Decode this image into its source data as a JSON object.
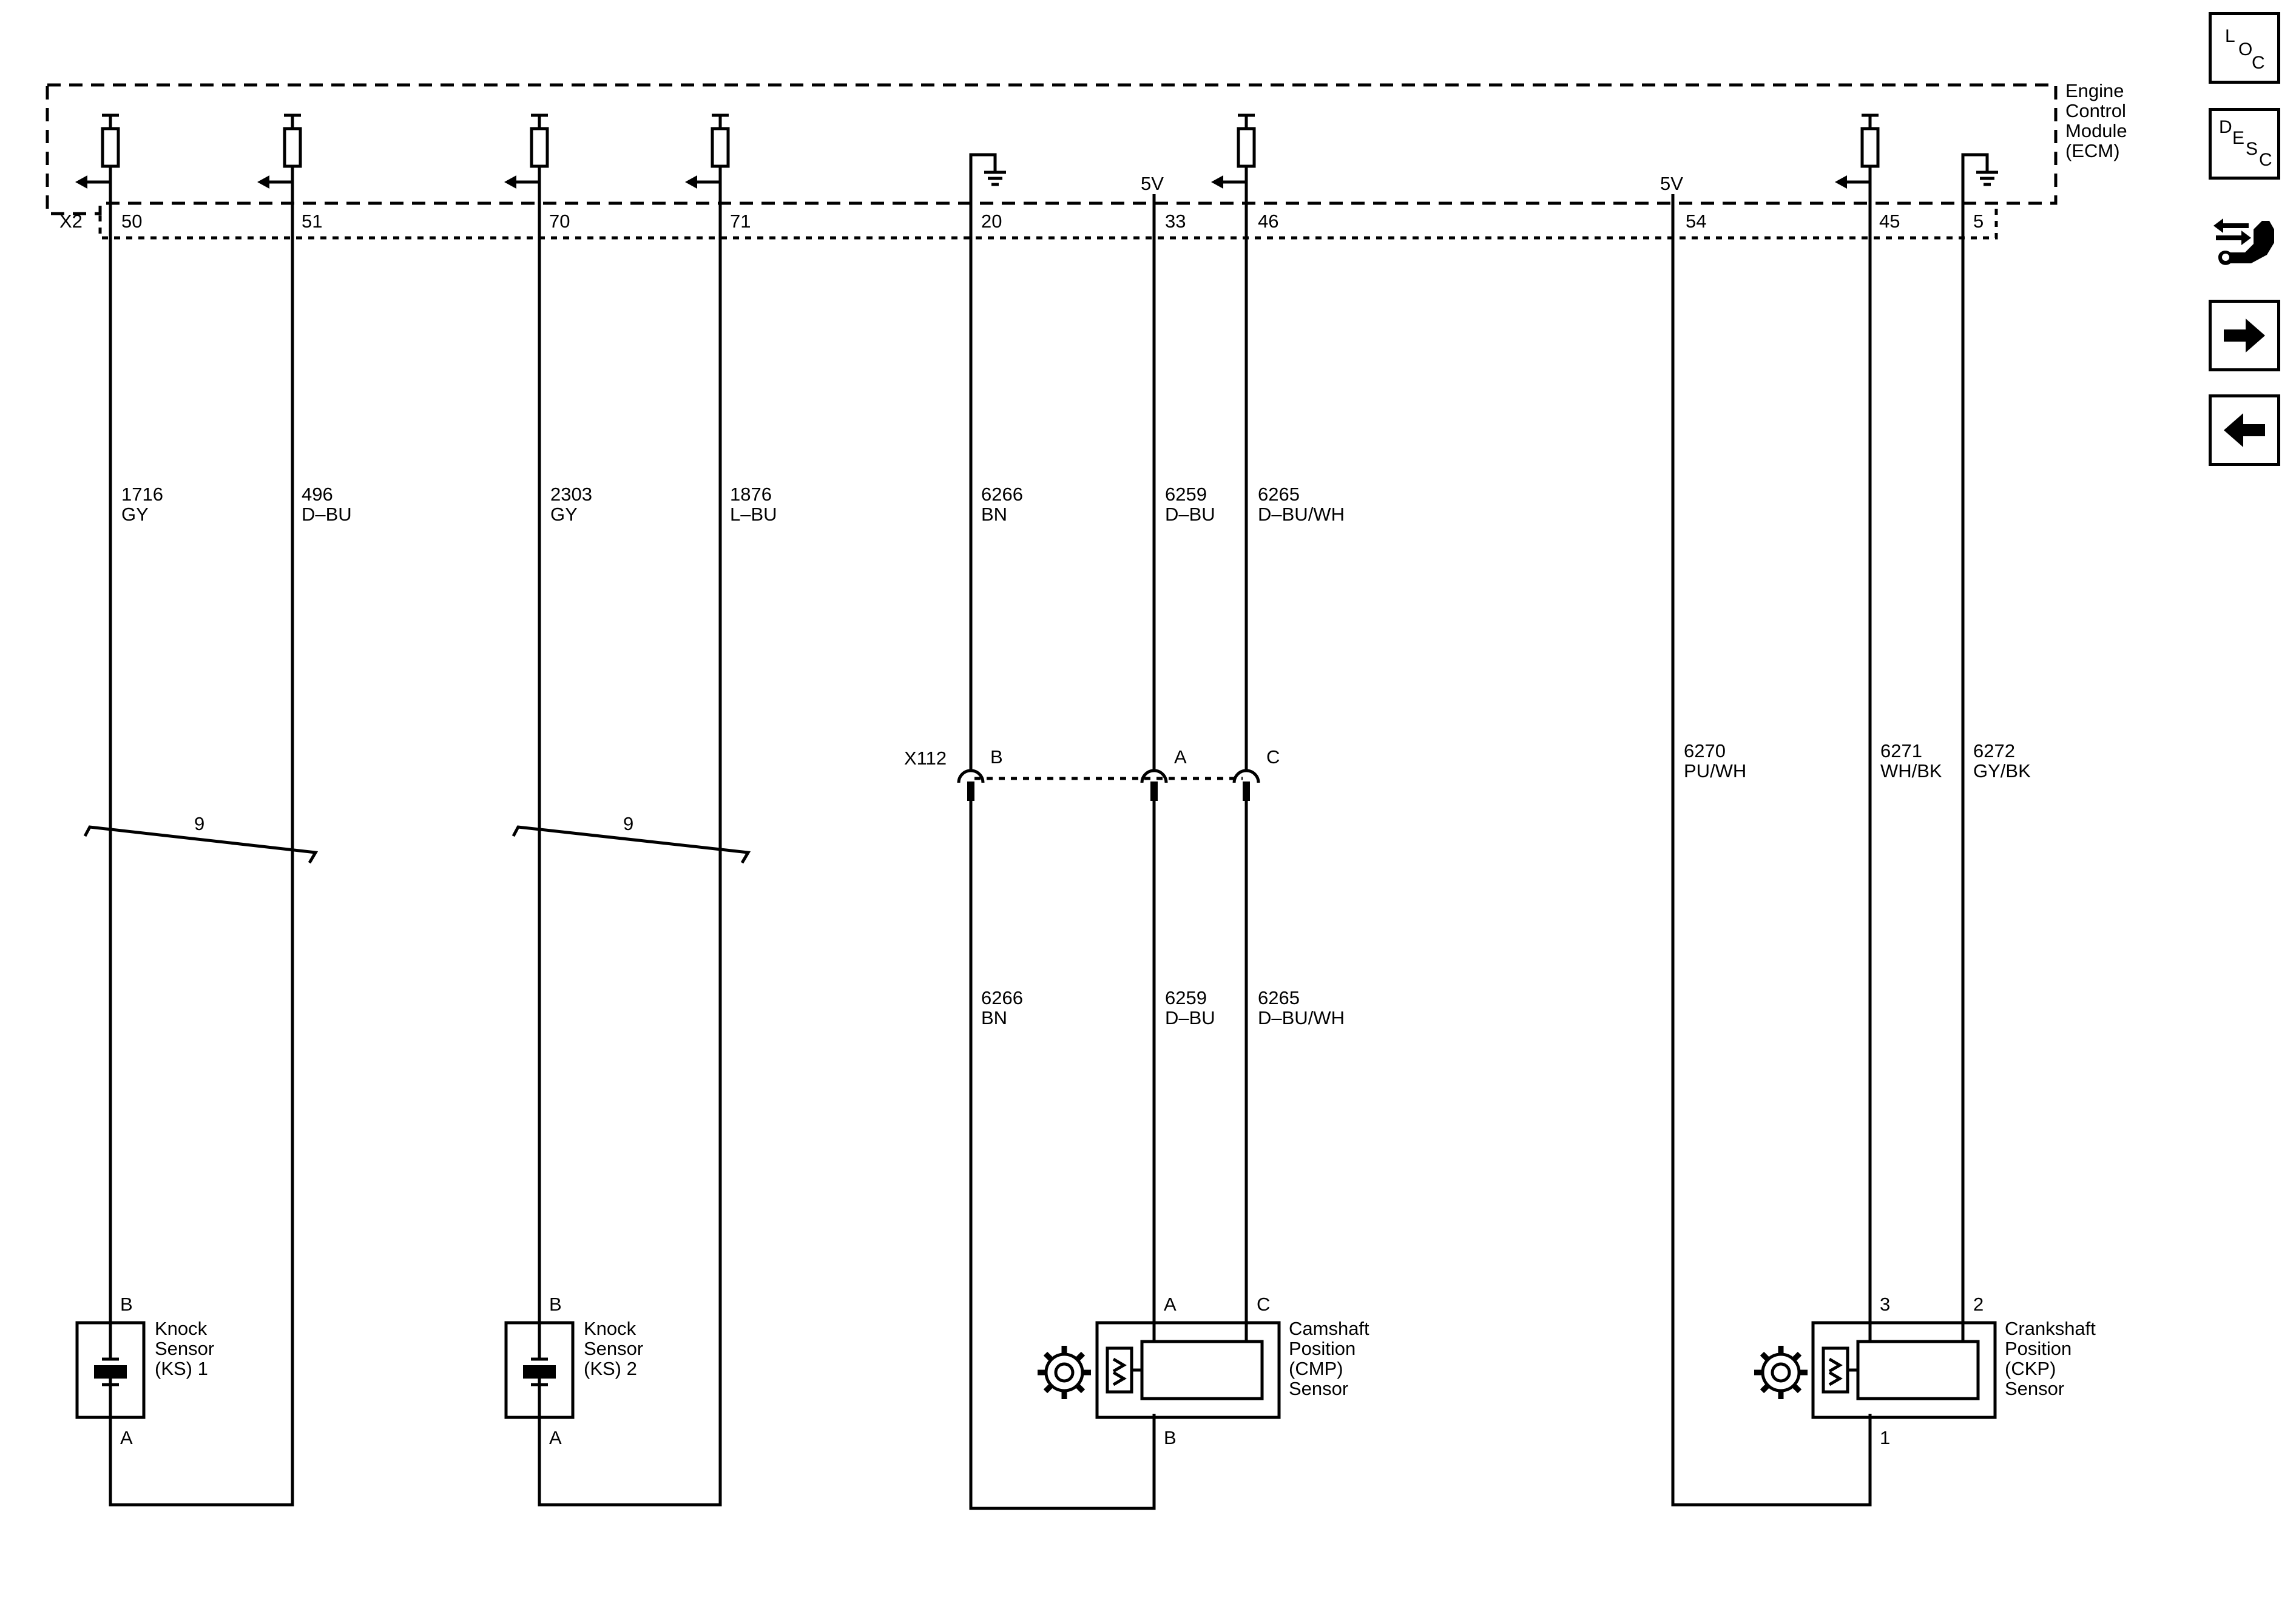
{
  "module": {
    "name_lines": [
      "Engine",
      "Control",
      "Module",
      "(ECM)"
    ],
    "connector": "X2"
  },
  "pins": [
    "50",
    "51",
    "70",
    "71",
    "20",
    "33",
    "46",
    "54",
    "45",
    "5"
  ],
  "supply": [
    "5V",
    "5V"
  ],
  "wires_upper": [
    [
      "1716",
      "GY"
    ],
    [
      "496",
      "D–BU"
    ],
    [
      "2303",
      "GY"
    ],
    [
      "1876",
      "L–BU"
    ],
    [
      "6266",
      "BN"
    ],
    [
      "6259",
      "D–BU"
    ],
    [
      "6265",
      "D–BU/WH"
    ]
  ],
  "wires_right": [
    [
      "6270",
      "PU/WH"
    ],
    [
      "6271",
      "WH/BK"
    ],
    [
      "6272",
      "GY/BK"
    ]
  ],
  "wires_lower": [
    [
      "6266",
      "BN"
    ],
    [
      "6259",
      "D–BU"
    ],
    [
      "6265",
      "D–BU/WH"
    ]
  ],
  "twist_label": "9",
  "inline_connector": {
    "name": "X112",
    "cavities": [
      "B",
      "A",
      "C"
    ]
  },
  "sensors": {
    "ks1": {
      "name_lines": [
        "Knock",
        "Sensor",
        "(KS) 1"
      ],
      "pin_top": "B",
      "pin_bottom": "A"
    },
    "ks2": {
      "name_lines": [
        "Knock",
        "Sensor",
        "(KS) 2"
      ],
      "pin_top": "B",
      "pin_bottom": "A"
    },
    "cmp": {
      "name_lines": [
        "Camshaft",
        "Position",
        "(CMP)",
        "Sensor"
      ],
      "pins": [
        "A",
        "C",
        "B"
      ]
    },
    "ckp": {
      "name_lines": [
        "Crankshaft",
        "Position",
        "(CKP)",
        "Sensor"
      ],
      "pins": [
        "3",
        "2",
        "1"
      ]
    }
  },
  "nav": {
    "loc": [
      "L",
      "O",
      "C"
    ],
    "desc": [
      "D",
      "E",
      "S",
      "C"
    ]
  },
  "icons": [
    "loc-icon",
    "desc-icon",
    "connector-tool-icon",
    "arrow-right-icon",
    "arrow-left-icon"
  ],
  "colors": {
    "line": "#000000",
    "background": "#ffffff"
  }
}
